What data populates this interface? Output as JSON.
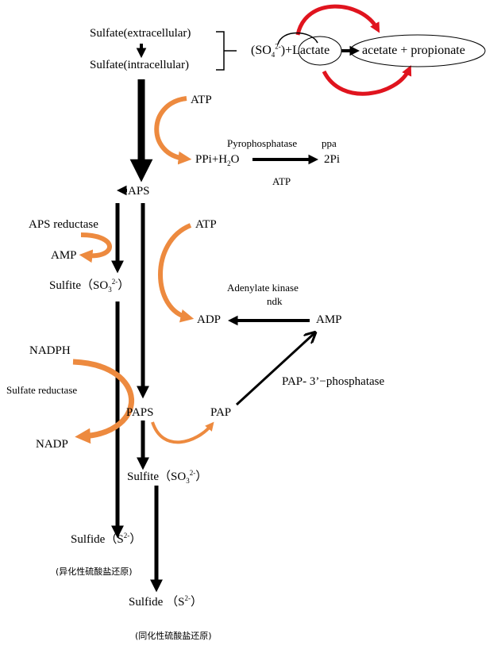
{
  "labels": {
    "sulfate_ext": "Sulfate(extracellular)",
    "sulfate_int": "Sulfate(intracellular)",
    "so4_open": "(SO",
    "so4_sub": "4",
    "so4_sup": "2-",
    "so4_close": ")+",
    "lactate": "Lactate",
    "acetate": "acetate + propionate",
    "atp_1": "ATP",
    "pyrophosphatase": "Pyrophosphatase",
    "ppa": "ppa",
    "ppi_h2o_a": "PPi+H",
    "ppi_h2o_sub": "2",
    "ppi_h2o_b": "O",
    "two_pi": "2Pi",
    "atp_2": "ATP",
    "aps": "APS",
    "aps_reductase": "APS reductase",
    "amp_left": "AMP",
    "atp_3": "ATP",
    "sulfite_1a": "Sulfite（SO",
    "sulfite_1_sub": "3",
    "sulfite_1_sup": "2-",
    "sulfite_1b": "）",
    "adenylate_kinase": "Adenylate kinase",
    "ndk": "ndk",
    "adp": "ADP",
    "amp_right": "AMP",
    "nadph": "NADPH",
    "sulfate_reductase": "Sulfate reductase",
    "pap_phosphatase": "PAP- 3’−phosphatase",
    "paps": "PAPS",
    "pap": "PAP",
    "nadp": "NADP",
    "sulfite_2a": "Sulfite（SO",
    "sulfite_2_sub": "3",
    "sulfite_2_sup": "2-",
    "sulfite_2b": "）",
    "sulfide_1a": "Sulfide（S",
    "sulfide_1_sup": "2-",
    "sulfide_1b": "）",
    "dissimilatory": "(异化性硫酸盐还原)",
    "sulfide_2a": "Sulfide （S",
    "sulfide_2_sup": "2-",
    "sulfide_2b": "）",
    "assimilatory": "(同化性硫酸盐还原)"
  },
  "colors": {
    "arrow_black": "#000000",
    "arrow_orange": "#ED8A3F",
    "arrow_red": "#E0141E"
  }
}
